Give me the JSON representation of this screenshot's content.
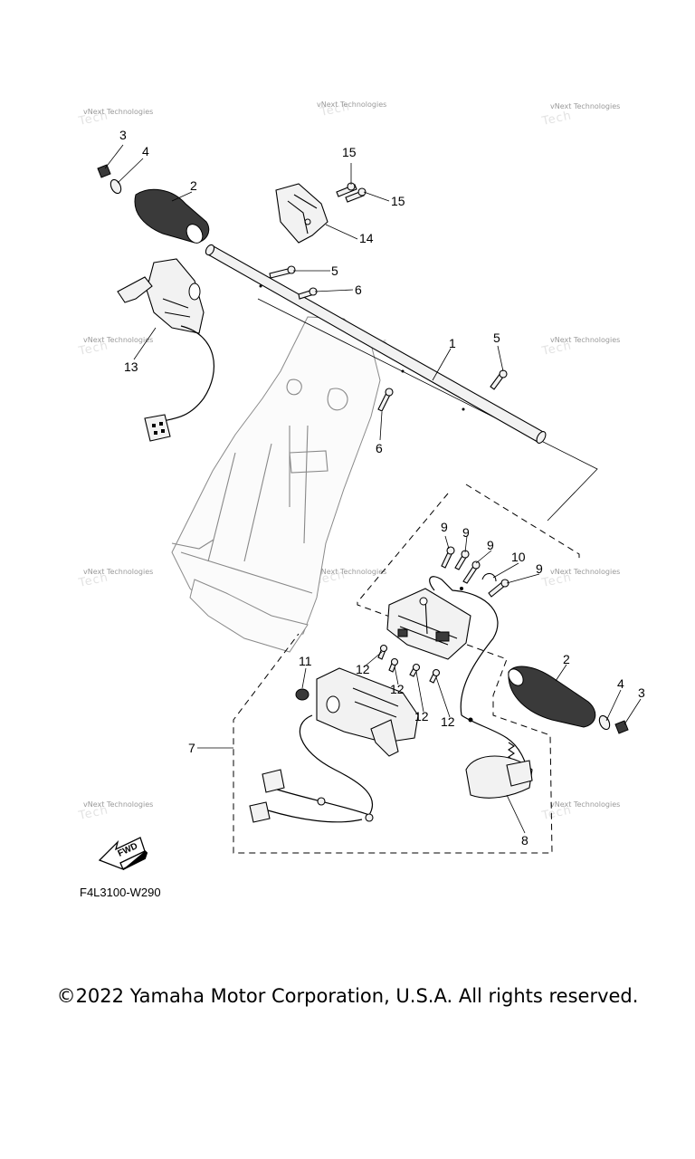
{
  "diagram": {
    "callouts": [
      "1",
      "2",
      "3",
      "4",
      "5",
      "6",
      "7",
      "8",
      "9",
      "10",
      "11",
      "12",
      "13",
      "14",
      "15"
    ],
    "figure_code": "F4L3100-W290",
    "fwd_label": "FWD",
    "watermark": "vNext Technologies"
  },
  "footer": {
    "copyright": "©2022 Yamaha Motor Corporation, U.S.A. All rights reserved."
  }
}
